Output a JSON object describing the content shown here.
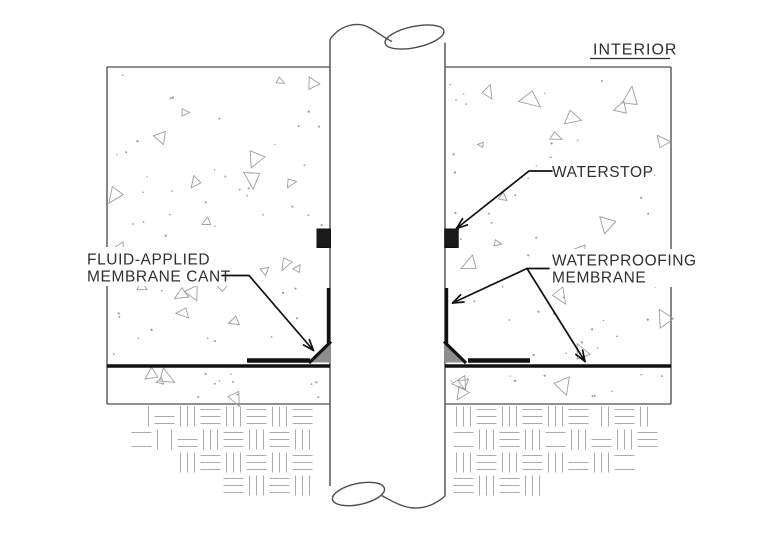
{
  "drawing": {
    "labels": {
      "interior": "INTERIOR",
      "waterstop": "WATERSTOP",
      "fluid_applied_line1": "FLUID-APPLIED",
      "fluid_applied_line2": "MEMBRANE CANT",
      "waterproofing_line1": "WATERPROOFING",
      "waterproofing_line2": "MEMBRANE"
    },
    "colors": {
      "background": "#ffffff",
      "outline": "#4d4d4d",
      "membrane_black": "#111111",
      "waterstop_black": "#1a1a1a",
      "cant_gray": "#8e8e8e",
      "concrete_texture": "#9e9e9e",
      "earth_hatch": "#ababab",
      "label_text": "#2f2f2f"
    }
  }
}
